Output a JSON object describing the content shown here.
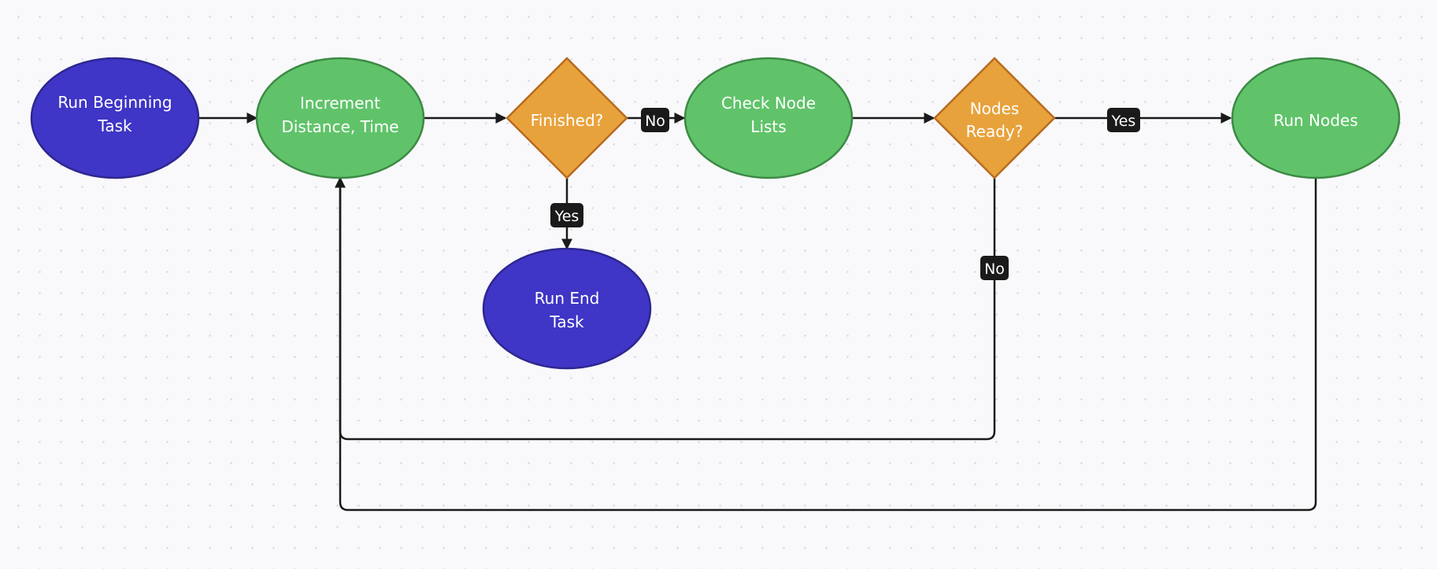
{
  "colors": {
    "background": "#f9f9fb",
    "task_fill": "#3f35c6",
    "task_stroke": "#2e278f",
    "process_fill": "#60c36a",
    "process_stroke": "#3d8a45",
    "decision_fill": "#e8a23c",
    "decision_stroke": "#b86a1f",
    "edge": "#1a1a1a",
    "label_bg": "#1a1a1a",
    "node_text": "#ffffff"
  },
  "nodes": {
    "run_beginning_task": {
      "shape": "ellipse",
      "lines": [
        "Run Beginning",
        "Task"
      ]
    },
    "increment_distance_time": {
      "shape": "ellipse",
      "lines": [
        "Increment",
        "Distance, Time"
      ]
    },
    "finished": {
      "shape": "diamond",
      "lines": [
        "Finished?"
      ]
    },
    "check_node_lists": {
      "shape": "ellipse",
      "lines": [
        "Check Node",
        "Lists"
      ]
    },
    "nodes_ready": {
      "shape": "diamond",
      "lines": [
        "Nodes",
        "Ready?"
      ]
    },
    "run_nodes": {
      "shape": "ellipse",
      "lines": [
        "Run Nodes"
      ]
    },
    "run_end_task": {
      "shape": "ellipse",
      "lines": [
        "Run End",
        "Task"
      ]
    }
  },
  "edges": [
    {
      "from": "run_beginning_task",
      "to": "increment_distance_time",
      "label": ""
    },
    {
      "from": "increment_distance_time",
      "to": "finished",
      "label": ""
    },
    {
      "from": "finished",
      "to": "check_node_lists",
      "label": "No"
    },
    {
      "from": "finished",
      "to": "run_end_task",
      "label": "Yes"
    },
    {
      "from": "check_node_lists",
      "to": "nodes_ready",
      "label": ""
    },
    {
      "from": "nodes_ready",
      "to": "run_nodes",
      "label": "Yes"
    },
    {
      "from": "nodes_ready",
      "to": "increment_distance_time",
      "label": "No"
    },
    {
      "from": "run_nodes",
      "to": "increment_distance_time",
      "label": ""
    }
  ]
}
